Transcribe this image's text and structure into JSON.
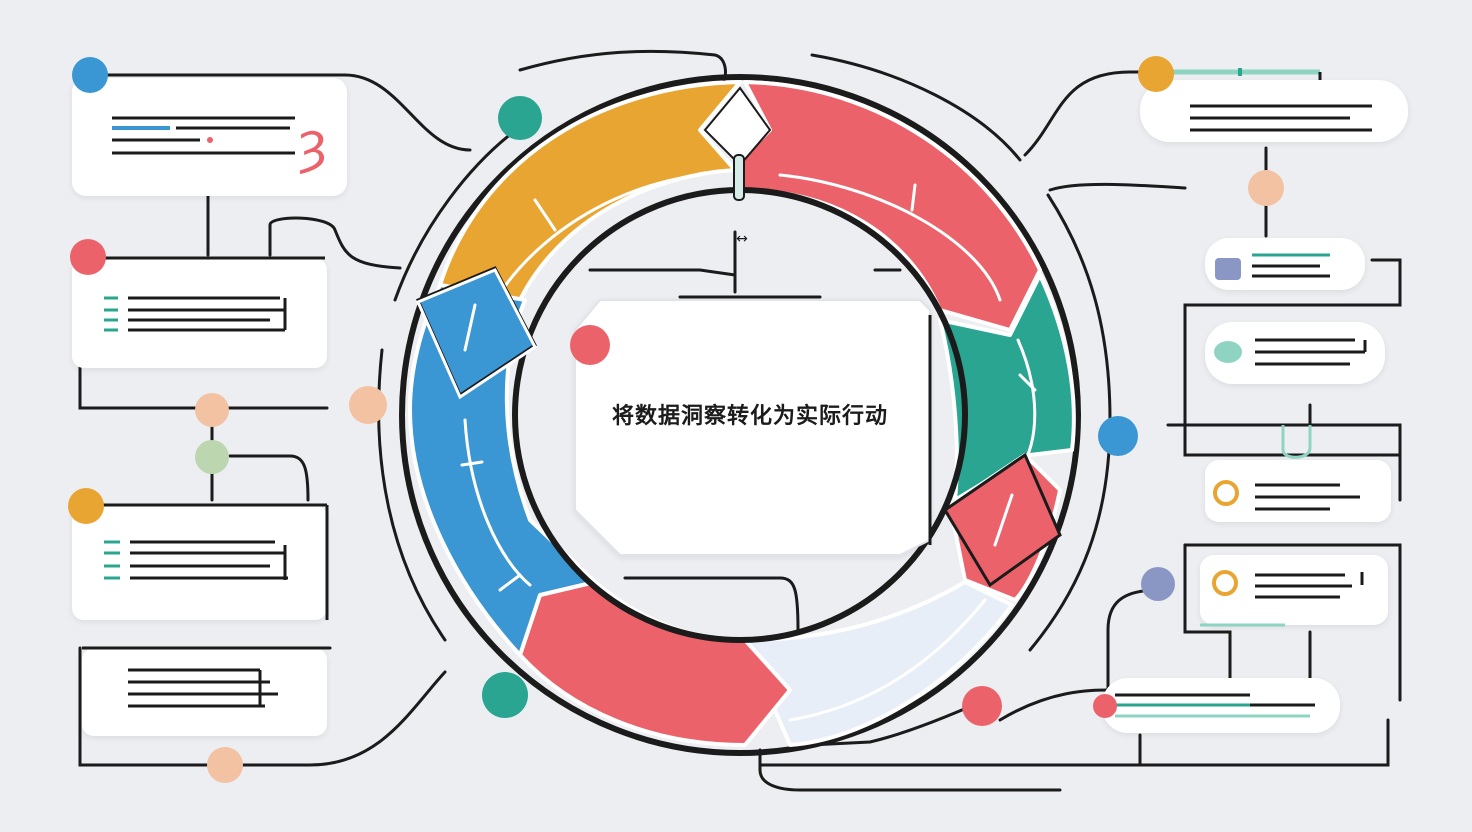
{
  "center": {
    "title": "将数据洞察转化为实际行动"
  },
  "colors": {
    "background": "#eceef2",
    "orange": "#e9a531",
    "red": "#ec626b",
    "teal": "#2aa592",
    "blue": "#3b97d3",
    "pale": "#e8eef8",
    "ink": "#1b1b1b",
    "peach": "#f2c2a2",
    "sage": "#bcd6b0",
    "lavender": "#8a96c4",
    "mint": "#8fd4c2"
  },
  "ring_segments": [
    "orange",
    "red",
    "teal",
    "red",
    "pale",
    "red",
    "blue"
  ],
  "left_cards": 4,
  "right_cards": 6
}
